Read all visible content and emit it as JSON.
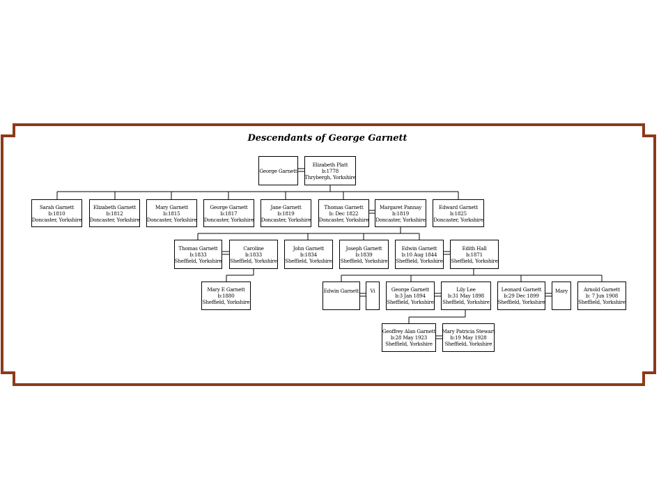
{
  "title": "Descendants of George Garnett",
  "colors": {
    "frame": "#8b3a1a",
    "lines": "#000000",
    "box_border": "#000000"
  },
  "people": {
    "george_sr": {
      "name": "George Garnett",
      "birth": "",
      "place": ""
    },
    "elizabeth_platt": {
      "name": "Elizabeth Platt",
      "birth": "b:1778",
      "place": "Thrybergh, Yorkshire"
    },
    "sarah": {
      "name": "Sarah Garnett",
      "birth": "b:1810",
      "place": "Doncaster, Yorkshire"
    },
    "elizabeth": {
      "name": "Elizabeth Garnett",
      "birth": "b:1812",
      "place": "Doncaster, Yorkshire"
    },
    "mary": {
      "name": "Mary Garnett",
      "birth": "b:1815",
      "place": "Doncaster, Yorkshire"
    },
    "george_1817": {
      "name": "George Garnett",
      "birth": "b:1817",
      "place": "Doncaster, Yorkshire"
    },
    "jane": {
      "name": "Jane Garnett",
      "birth": "b:1819",
      "place": "Doncaster, Yorkshire"
    },
    "thomas_1822": {
      "name": "Thomas Garnett",
      "birth": "b: Dec 1822",
      "place": "Doncaster, Yorkshire"
    },
    "margaret": {
      "name": "Margaret Pannay",
      "birth": "b:1819",
      "place": "Doncaster, Yorkshire"
    },
    "edward": {
      "name": "Edward Garnett",
      "birth": "b:1825",
      "place": "Doncaster, Yorkshire"
    },
    "thomas_1833": {
      "name": "Thomas Garnett",
      "birth": "b:1833",
      "place": "Sheffield, Yorkshire"
    },
    "caroline": {
      "name": "Caroline",
      "birth": "b:1833",
      "place": "Sheffield, Yorkshire"
    },
    "john": {
      "name": "John Garnett",
      "birth": "b:1834",
      "place": "Sheffield, Yorkshire"
    },
    "joseph": {
      "name": "Joseph Garnett",
      "birth": "b:1839",
      "place": "Sheffield, Yorkshire"
    },
    "edwin_1844": {
      "name": "Edwin Garnett",
      "birth": "b:10 Aug 1844",
      "place": "Sheffield, Yorkshire"
    },
    "edith": {
      "name": "Edith Hall",
      "birth": "b:1871",
      "place": "Sheffield, Yorkshire"
    },
    "mary_e": {
      "name": "Mary E Garnett",
      "birth": "b:1880",
      "place": "Sheffield, Yorkshire"
    },
    "edwin_jr": {
      "name": "Edwin Garnett",
      "birth": "",
      "place": ""
    },
    "vi": {
      "name": "Vi",
      "birth": "",
      "place": ""
    },
    "george_1894": {
      "name": "George Garnett",
      "birth": "b:3 Jan 1894",
      "place": "Sheffield, Yorkshire"
    },
    "lily": {
      "name": "Lily Lee",
      "birth": "b:31 May 1898",
      "place": "Sheffield, Yorkshire"
    },
    "leonard": {
      "name": "Leonard Garnett",
      "birth": "b:29 Dec 1899",
      "place": "Sheffield, Yorkshire"
    },
    "mary_w": {
      "name": "Mary",
      "birth": "",
      "place": ""
    },
    "arnold": {
      "name": "Arnold Garnett",
      "birth": "b: 7 Jun 1908",
      "place": "Sheffield, Yorkshire"
    },
    "geoffrey": {
      "name": "Geoffrey Alan Garnett",
      "birth": "b:28 May 1923",
      "place": "Sheffield, Yorkshire"
    },
    "mary_patricia": {
      "name": "Mary Patricia Stewart",
      "birth": "b:19 May 1928",
      "place": "Sheffield, Yorkshire"
    }
  }
}
